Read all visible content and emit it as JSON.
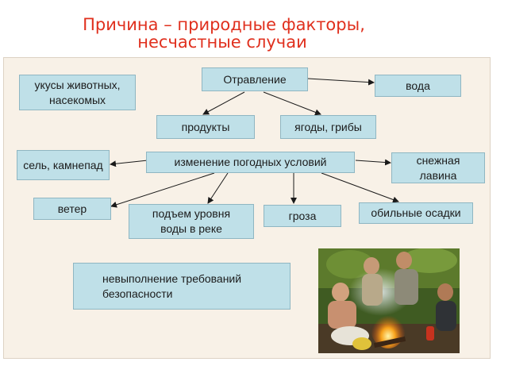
{
  "title": {
    "line1": "Причина – природные факторы,",
    "line2": "несчастные случаи"
  },
  "diagram": {
    "nodes": {
      "otravlenie": "Отравление",
      "voda": "вода",
      "ukusy": "укусы животных, насекомых",
      "produkty": "продукты",
      "yagody": "ягоды, грибы",
      "izmenenie": "изменение погодных условий",
      "sel": "сель, камнепад",
      "lavina": "снежная лавина",
      "veter": "ветер",
      "podem": "подъем уровня воды в реке",
      "groza": "гроза",
      "osadki": "обильные осадки",
      "trebovaniya": "невыполнение требований безопасности"
    }
  },
  "colors": {
    "title": "#e0301e",
    "box_fill": "#bfe0e8",
    "panel_bg": "#f8f1e7"
  }
}
